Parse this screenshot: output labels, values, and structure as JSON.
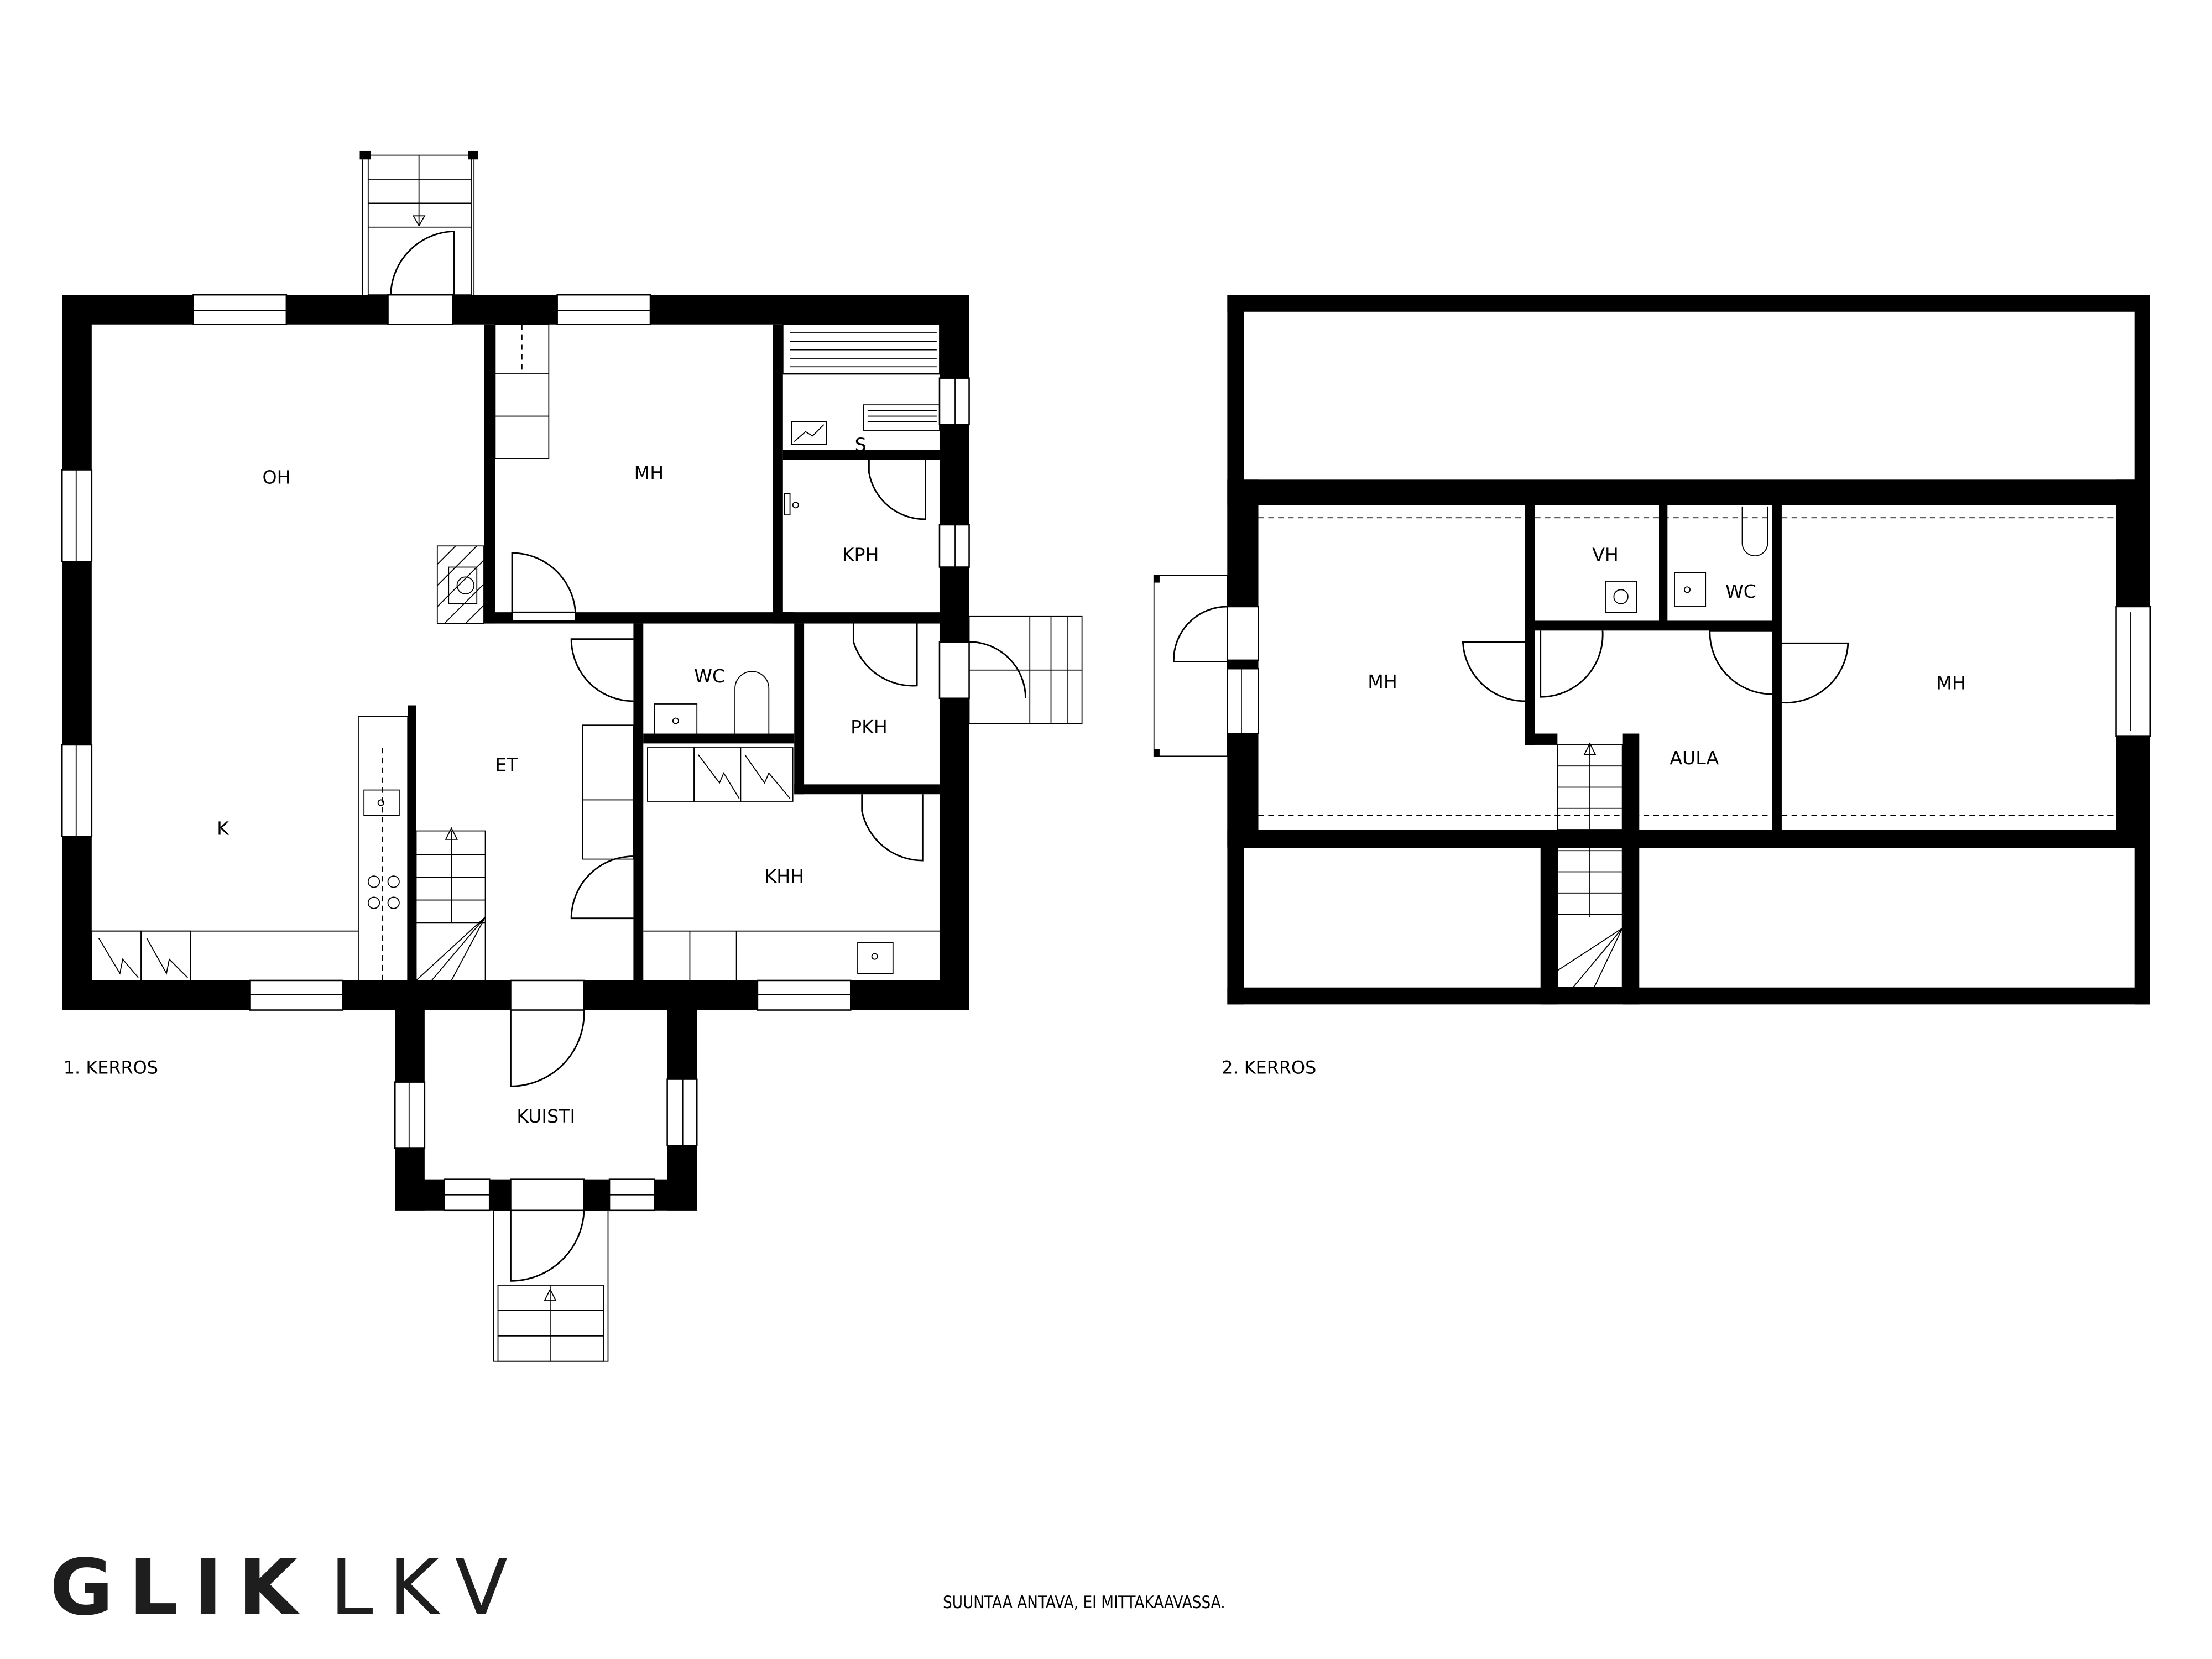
{
  "floor_1": {
    "label": "1. KERROS",
    "rooms": {
      "oh": "OH",
      "mh": "MH",
      "s": "S",
      "kph": "KPH",
      "k": "K",
      "et": "ET",
      "wc": "WC",
      "pkh": "PKH",
      "khh": "KHH",
      "kuisti": "KUISTI"
    }
  },
  "floor_2": {
    "label": "2. KERROS",
    "rooms": {
      "mh_left": "MH",
      "vh": "VH",
      "wc": "WC",
      "aula": "AULA",
      "mh_right": "MH"
    }
  },
  "footer": {
    "brand_bold": "GLIK",
    "brand_light": "LKV",
    "disclaimer": "SUUNTAA ANTAVA, EI MITTAKAAVASSA."
  },
  "colors": {
    "wall": "#000000",
    "background": "#ffffff",
    "brand_text": "#1e1e1e"
  }
}
